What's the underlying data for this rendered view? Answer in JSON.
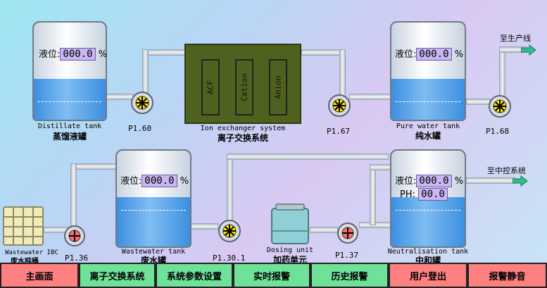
{
  "tanks": {
    "distillate": {
      "level_label": "液位:",
      "level_value": "000.0",
      "unit": "%",
      "name_en": "Distillate tank",
      "name_cn": "蒸馏液罐"
    },
    "pure": {
      "level_label": "液位:",
      "level_value": "000.0",
      "unit": "%",
      "name_en": "Pure water tank",
      "name_cn": "纯水罐"
    },
    "waste": {
      "level_label": "液位:",
      "level_value": "000.0",
      "unit": "%",
      "name_en": "Wastewater tank",
      "name_cn": "废水罐"
    },
    "neutral": {
      "level_label": "液位:",
      "level_value": "000.0",
      "unit": "%",
      "ph_label": "PH:",
      "ph_value": "00.0",
      "name_en": "Neutralisation tank",
      "name_cn": "中和罐"
    },
    "ibc": {
      "name_en": "Wastewater IBC",
      "name_cn": "废水吨桶"
    }
  },
  "ion_exchanger": {
    "name_en": "Ion exchanger system",
    "name_cn": "离子交换系统",
    "columns": [
      "ACF",
      "Cation",
      "Anion"
    ]
  },
  "dosing": {
    "name_en": "Dosing unit",
    "name_cn": "加药单元"
  },
  "pumps": {
    "p160": "P1.60",
    "p167": "P1.67",
    "p168": "P1.68",
    "p136": "P1.36",
    "p1301": "P1.30.1",
    "p137": "P1.37"
  },
  "outlets": {
    "production": "至生产线",
    "control": "至中控系统"
  },
  "menu": [
    {
      "label": "主画面",
      "color": "red"
    },
    {
      "label": "离子交换系统",
      "color": "green"
    },
    {
      "label": "系统参数设置",
      "color": "green"
    },
    {
      "label": "实时报警",
      "color": "green"
    },
    {
      "label": "历史报警",
      "color": "green"
    },
    {
      "label": "用户登出",
      "color": "red"
    },
    {
      "label": "报警静音",
      "color": "red"
    }
  ],
  "colors": {
    "menu_red": "#ff8080",
    "menu_green": "#6fe29a",
    "water": "#5aa8ee",
    "level_box": "#c9b6f2",
    "impeller": "#ffe600",
    "ion_box": "#4f611f"
  }
}
